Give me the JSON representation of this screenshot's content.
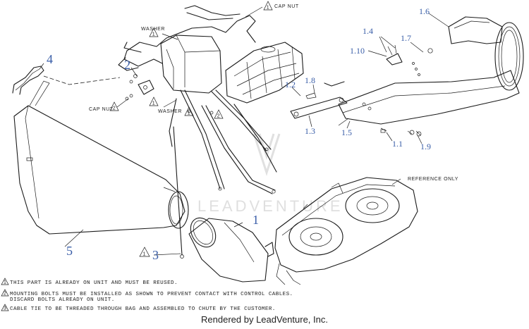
{
  "callouts": {
    "c1": "1",
    "c1_1": "1.1",
    "c1_2": "1.2",
    "c1_3": "1.3",
    "c1_4": "1.4",
    "c1_5": "1.5",
    "c1_6": "1.6",
    "c1_7": "1.7",
    "c1_8": "1.8",
    "c1_9": "1.9",
    "c1_10": "1.10",
    "c2": "2",
    "c3": "3",
    "c4": "4",
    "c5": "5"
  },
  "labels": {
    "cap_nut_top": "CAP NUT",
    "washer_top": "WASHER",
    "cap_nut_left": "CAP NUT",
    "washer_bottom": "WASHER",
    "reference_only": "REFERENCE ONLY"
  },
  "warning_marks": {
    "w1": "1",
    "w2": "2",
    "w3": "2",
    "w4": "1",
    "w5": "1",
    "w6": "1",
    "w7": "1"
  },
  "notes": {
    "n1_num": "1",
    "n1": "THIS PART IS ALREADY ON UNIT AND MUST BE REUSED.",
    "n2_num": "2",
    "n2_a": "MOUNTING BOLTS MUST BE INSTALLED AS SHOWN TO PREVENT CONTACT WITH CONTROL CABLES.",
    "n2_b": "DISCARD BOLTS ALREADY ON UNIT.",
    "n3_num": "3",
    "n3": "CABLE TIE TO BE THREADED THROUGH BAG AND ASSEMBLED TO CHUTE BY THE CUSTOMER."
  },
  "watermark": "LEADVENTURE",
  "footer": "Rendered by LeadVenture, Inc."
}
